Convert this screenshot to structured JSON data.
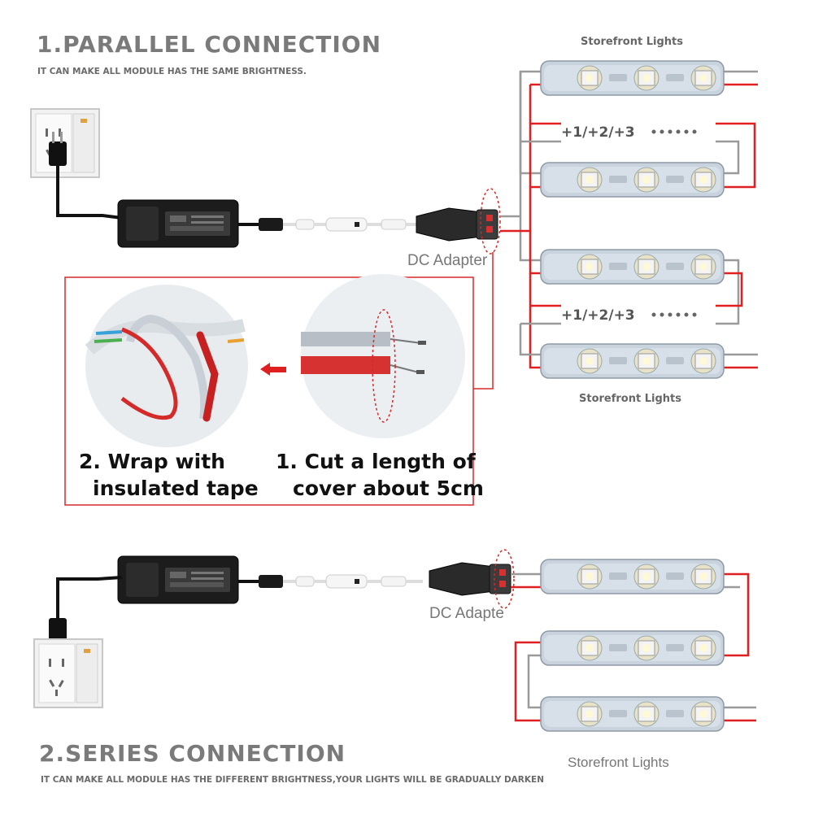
{
  "parallel": {
    "title": "1.PARALLEL CONNECTION",
    "subtitle": "IT CAN MAKE ALL MODULE HAS THE SAME BRIGHTNESS.",
    "lights_label_top": "Storefront Lights",
    "lights_label_bottom": "Storefront Lights",
    "count_label_1": "+1/+2/+3",
    "count_label_2": "+1/+2/+3",
    "dc_adapter_label": "DC Adapter"
  },
  "instructions": {
    "step1_line1": "1. Cut a length of",
    "step1_line2": "cover about 5cm",
    "step2_line1": "2. Wrap with",
    "step2_line2": "insulated tape"
  },
  "series": {
    "title": "2.SERIES CONNECTION",
    "subtitle": "IT CAN MAKE ALL MODULE HAS THE DIFFERENT BRIGHTNESS,YOUR LIGHTS WILL BE GRADUALLY DARKEN",
    "dc_adapter_label": "DC Adapte",
    "lights_label": "Storefront Lights"
  },
  "colors": {
    "wire_red": "#e02020",
    "wire_gray": "#9a9a9a",
    "module_body": "#c8d2dc",
    "frame_red": "#d42a2a"
  }
}
